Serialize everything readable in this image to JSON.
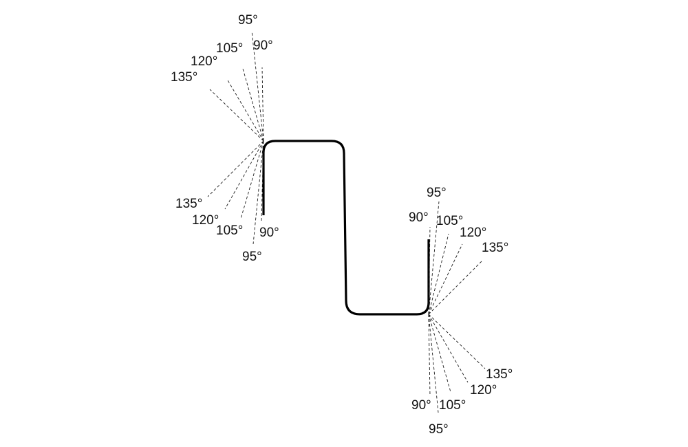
{
  "colors": {
    "profile": "#000000",
    "rays": "#1a1a1a",
    "text": "#111111",
    "background": "#ffffff"
  },
  "angle_fans": [
    {
      "id": "top-left-upper",
      "rays": [
        {
          "angle": 95,
          "label": "95°"
        },
        {
          "angle": 90,
          "label": "90°"
        },
        {
          "angle": 105,
          "label": "105°"
        },
        {
          "angle": 120,
          "label": "120°"
        },
        {
          "angle": 135,
          "label": "135°"
        }
      ]
    },
    {
      "id": "top-left-lower",
      "rays": [
        {
          "angle": 135,
          "label": "135°"
        },
        {
          "angle": 120,
          "label": "120°"
        },
        {
          "angle": 105,
          "label": "105°"
        },
        {
          "angle": 90,
          "label": "90°"
        },
        {
          "angle": 95,
          "label": "95°"
        }
      ]
    },
    {
      "id": "bottom-right-upper",
      "rays": [
        {
          "angle": 95,
          "label": "95°"
        },
        {
          "angle": 90,
          "label": "90°"
        },
        {
          "angle": 105,
          "label": "105°"
        },
        {
          "angle": 120,
          "label": "120°"
        },
        {
          "angle": 135,
          "label": "135°"
        }
      ]
    },
    {
      "id": "bottom-right-lower",
      "rays": [
        {
          "angle": 135,
          "label": "135°"
        },
        {
          "angle": 120,
          "label": "120°"
        },
        {
          "angle": 90,
          "label": "90°"
        },
        {
          "angle": 105,
          "label": "105°"
        },
        {
          "angle": 95,
          "label": "95°"
        }
      ]
    }
  ]
}
